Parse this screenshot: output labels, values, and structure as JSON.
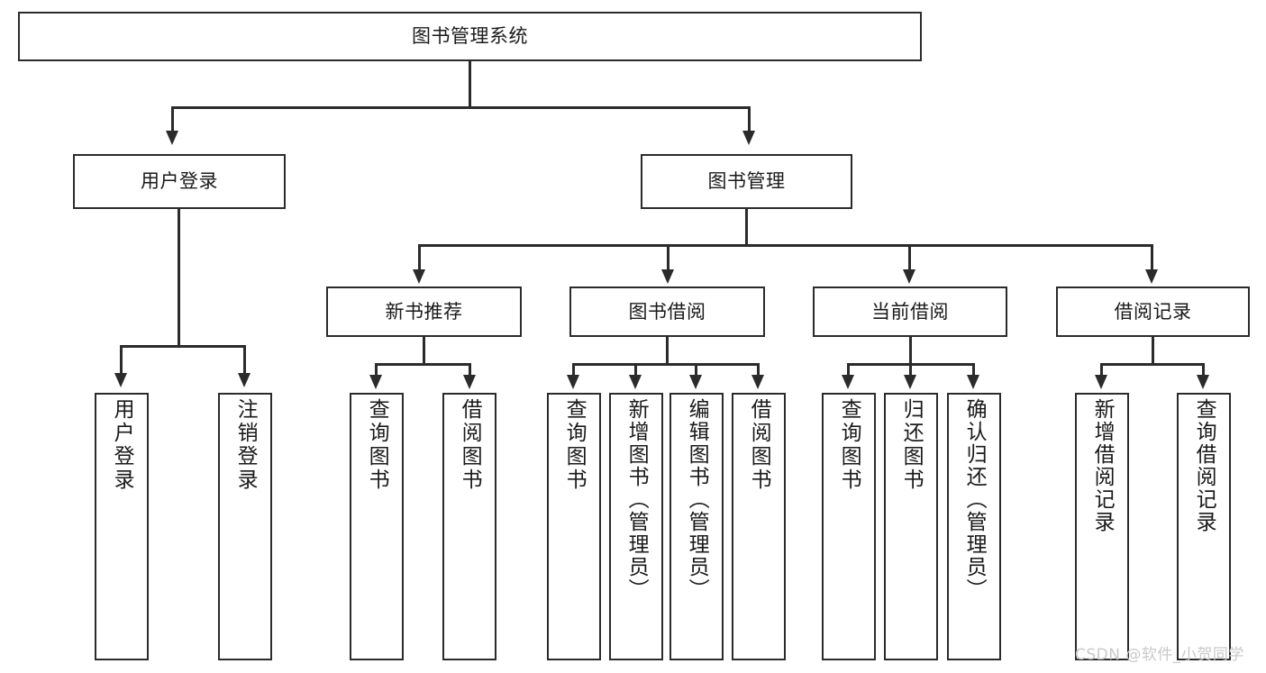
{
  "diagram": {
    "title": "图书管理系统",
    "type": "tree-hierarchy-chart",
    "root": {
      "label": "图书管理系统"
    },
    "level2": [
      {
        "label": "用户登录"
      },
      {
        "label": "图书管理"
      }
    ],
    "level3": [
      {
        "label": "新书推荐"
      },
      {
        "label": "图书借阅"
      },
      {
        "label": "当前借阅"
      },
      {
        "label": "借阅记录"
      }
    ],
    "leaves": {
      "user_login": [
        {
          "label": "用户登录"
        },
        {
          "label": "注销登录"
        }
      ],
      "new_book_recommend": [
        {
          "label": "查询图书"
        },
        {
          "label": "借阅图书"
        }
      ],
      "book_borrow": [
        {
          "label": "查询图书"
        },
        {
          "label": "新增图书（管理员）"
        },
        {
          "label": "编辑图书（管理员）"
        },
        {
          "label": "借阅图书"
        }
      ],
      "current_borrow": [
        {
          "label": "查询图书"
        },
        {
          "label": "归还图书"
        },
        {
          "label": "确认归还（管理员）"
        }
      ],
      "borrow_records": [
        {
          "label": "新增借阅记录"
        },
        {
          "label": "查询借阅记录"
        }
      ]
    }
  },
  "watermark": {
    "text": "CSDN @软件_小贺同学"
  },
  "colors": {
    "stroke": "#2b2b2b",
    "fill": "#ffffff",
    "text": "#1a1a1a",
    "watermark": "#c9c9c9"
  }
}
